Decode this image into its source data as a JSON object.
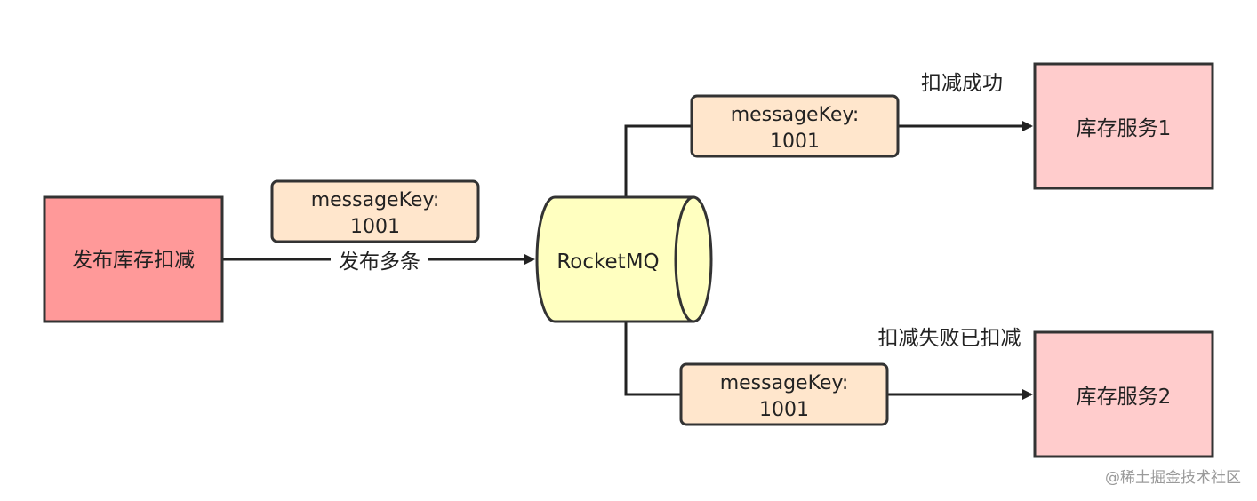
{
  "nodes": {
    "publisher": {
      "label": "发布库存扣减"
    },
    "mq": {
      "label": "RocketMQ"
    },
    "service1": {
      "label": "库存服务1"
    },
    "service2": {
      "label": "库存服务2"
    }
  },
  "messages": {
    "to_mq": {
      "line1": "messageKey:",
      "line2": "1001"
    },
    "to_service1": {
      "line1": "messageKey:",
      "line2": "1001"
    },
    "to_service2": {
      "line1": "messageKey:",
      "line2": "1001"
    }
  },
  "edge_labels": {
    "publish": "发布多条",
    "service1_result": "扣减成功",
    "service2_result": "扣减失败已扣减"
  },
  "watermark": "@稀土掘金技术社区",
  "colors": {
    "publisher_fill": "#ff9999",
    "service_fill": "#ffcccc",
    "message_fill": "#ffe6cc",
    "mq_fill": "#ffffc0",
    "stroke": "#333333"
  }
}
